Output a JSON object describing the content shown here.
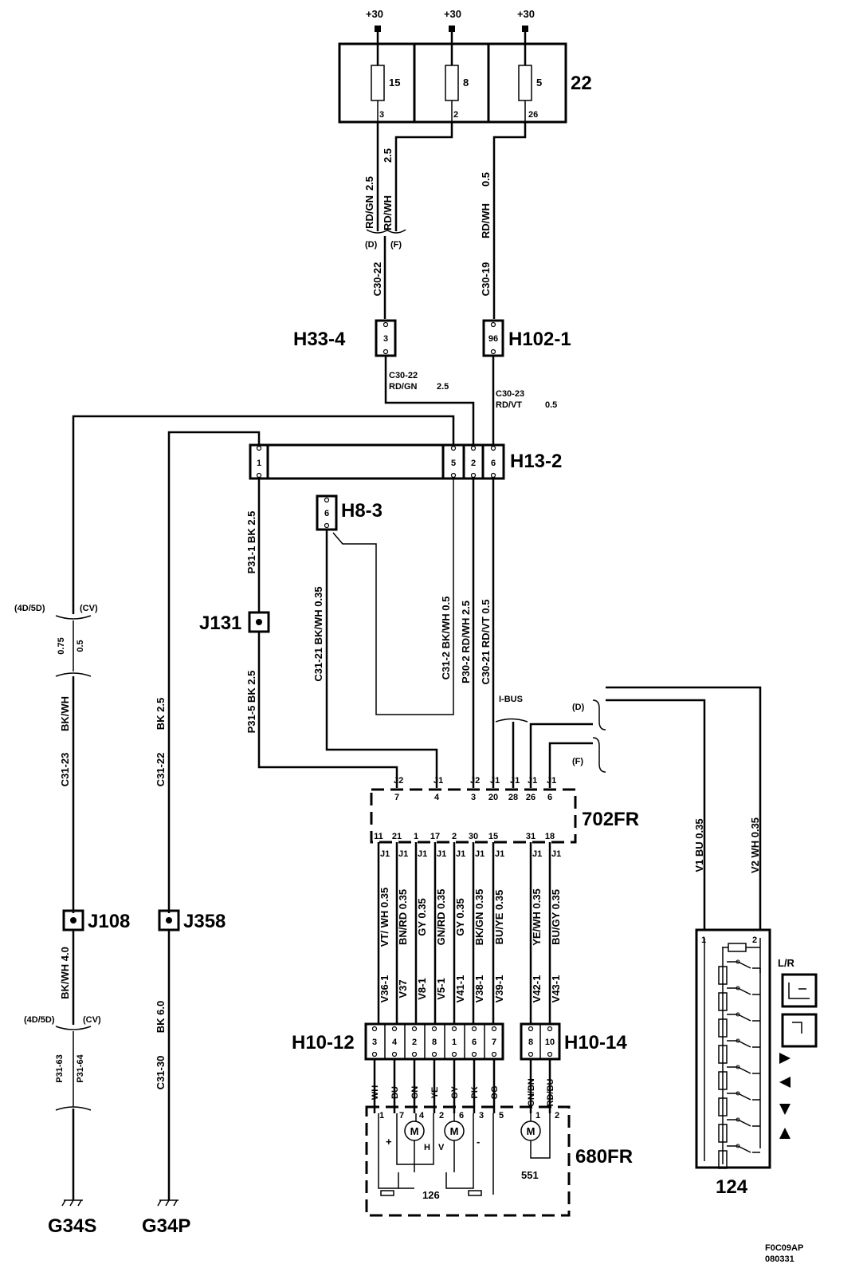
{
  "batt_label": "+30",
  "fusebox": {
    "id": "22",
    "fuses": [
      "15",
      "8",
      "5"
    ],
    "pins": [
      "3",
      "2",
      "26"
    ]
  },
  "wires_top": {
    "w1_size": "2.5",
    "w1_color": "RD/GN",
    "w2_size": "2.5",
    "w2_color": "RD/WH",
    "w3_size": "0.5",
    "w3_color": "RD/WH",
    "variant_d": "(D)",
    "variant_f": "(F)",
    "c30_22": "C30-22",
    "c30_19": "C30-19"
  },
  "connectors": {
    "h33_4": "H33-4",
    "h33_4_pin": "3",
    "h102_1": "H102-1",
    "h102_1_pin": "96",
    "h13_2": "H13-2",
    "h13_2_pins": [
      "1",
      "5",
      "2",
      "6"
    ],
    "h8_3": "H8-3",
    "h8_3_pin": "6",
    "h10_12": "H10-12",
    "h10_12_pins": [
      "3",
      "4",
      "2",
      "8",
      "1",
      "6",
      "7"
    ],
    "h10_14": "H10-14",
    "h10_14_pins": [
      "8",
      "10"
    ]
  },
  "mid_labels": {
    "c30_22_code": "C30-22",
    "c30_22_color": "RD/GN",
    "c30_22_size": "2.5",
    "c30_23_code": "C30-23",
    "c30_23_color": "RD/VT",
    "c30_23_size": "0.5"
  },
  "splices": {
    "j131": "J131",
    "j108": "J108",
    "j358": "J358"
  },
  "wire_labels": {
    "p31_1": "P31-1  BK   2.5",
    "p31_5": "P31-5  BK   2.5",
    "c31_21": "C31-21 BK/WH 0.35",
    "c31_2": "C31-2  BK/WH 0.5",
    "p30_2": "P30-2  RD/WH  2.5",
    "c30_21": "C30-21  RD/VT  0.5",
    "c31_23": "C31-23",
    "bkwh": "BK/WH",
    "c31_22_label": "C31-22",
    "bk25": "BK   2.5",
    "bkwh40": "BK/WH  4.0",
    "c31_30": "C31-30",
    "bk60": "BK   6.0",
    "p31_63": "P31-63",
    "p31_64": "P31-64",
    "left_4d5d": "(4D/5D)",
    "left_cv": "(CV)",
    "size_075": "0.75",
    "size_05": "0.5",
    "ibus": "I-BUS",
    "d_label": "(D)",
    "f_label": "(F)"
  },
  "module_702fr": {
    "id": "702FR",
    "top_conn": [
      "J2",
      "J1",
      "J2",
      "J1",
      "J1",
      "J1",
      "J1"
    ],
    "top_pins": [
      "7",
      "4",
      "3",
      "20",
      "28",
      "26",
      "6"
    ],
    "bottom_pins": [
      "11",
      "21",
      "1",
      "17",
      "2",
      "30",
      "15",
      "31",
      "18"
    ],
    "bottom_conn": [
      "J1",
      "J1",
      "J1",
      "J1",
      "J1",
      "J1",
      "J1",
      "J1",
      "J1"
    ]
  },
  "lower_wires": {
    "colors": [
      "VT/ WH  0.35",
      "BN/RD  0.35",
      "GY  0.35",
      "GN/RD  0.35",
      "GY  0.35",
      "BK/GN  0.35",
      "BU/YE  0.35",
      "YE/WH  0.35",
      "BU/GY  0.35"
    ],
    "codes": [
      "V36-1",
      "V37",
      "V8-1",
      "V5-1",
      "V41-1",
      "V38-1",
      "V39-1",
      "V42-1",
      "V43-1"
    ]
  },
  "right_wires": {
    "v1": "V1   BU   0.35",
    "v2": "V2   WH   0.35"
  },
  "motor_unit": {
    "id": "680FR",
    "wire_colors": [
      "WH",
      "BU",
      "GN",
      "YE",
      "GY",
      "PK",
      "OG",
      "GN/BN",
      "RD/BU"
    ],
    "pins_top": [
      "1",
      "7",
      "4",
      "2",
      "6",
      "3",
      "5",
      "1",
      "2"
    ],
    "motor": "M",
    "h_label": "H",
    "v_label": "V",
    "plus": "+",
    "minus": "-",
    "heater_id": "126",
    "mirror_motor_id": "551"
  },
  "switch_unit": {
    "id": "124",
    "pin1": "1",
    "pin2": "2",
    "lr_label": "L/R"
  },
  "grounds": {
    "g34s": "G34S",
    "g34p": "G34P"
  },
  "footer": {
    "code": "F0C09AP",
    "date": "080331"
  }
}
